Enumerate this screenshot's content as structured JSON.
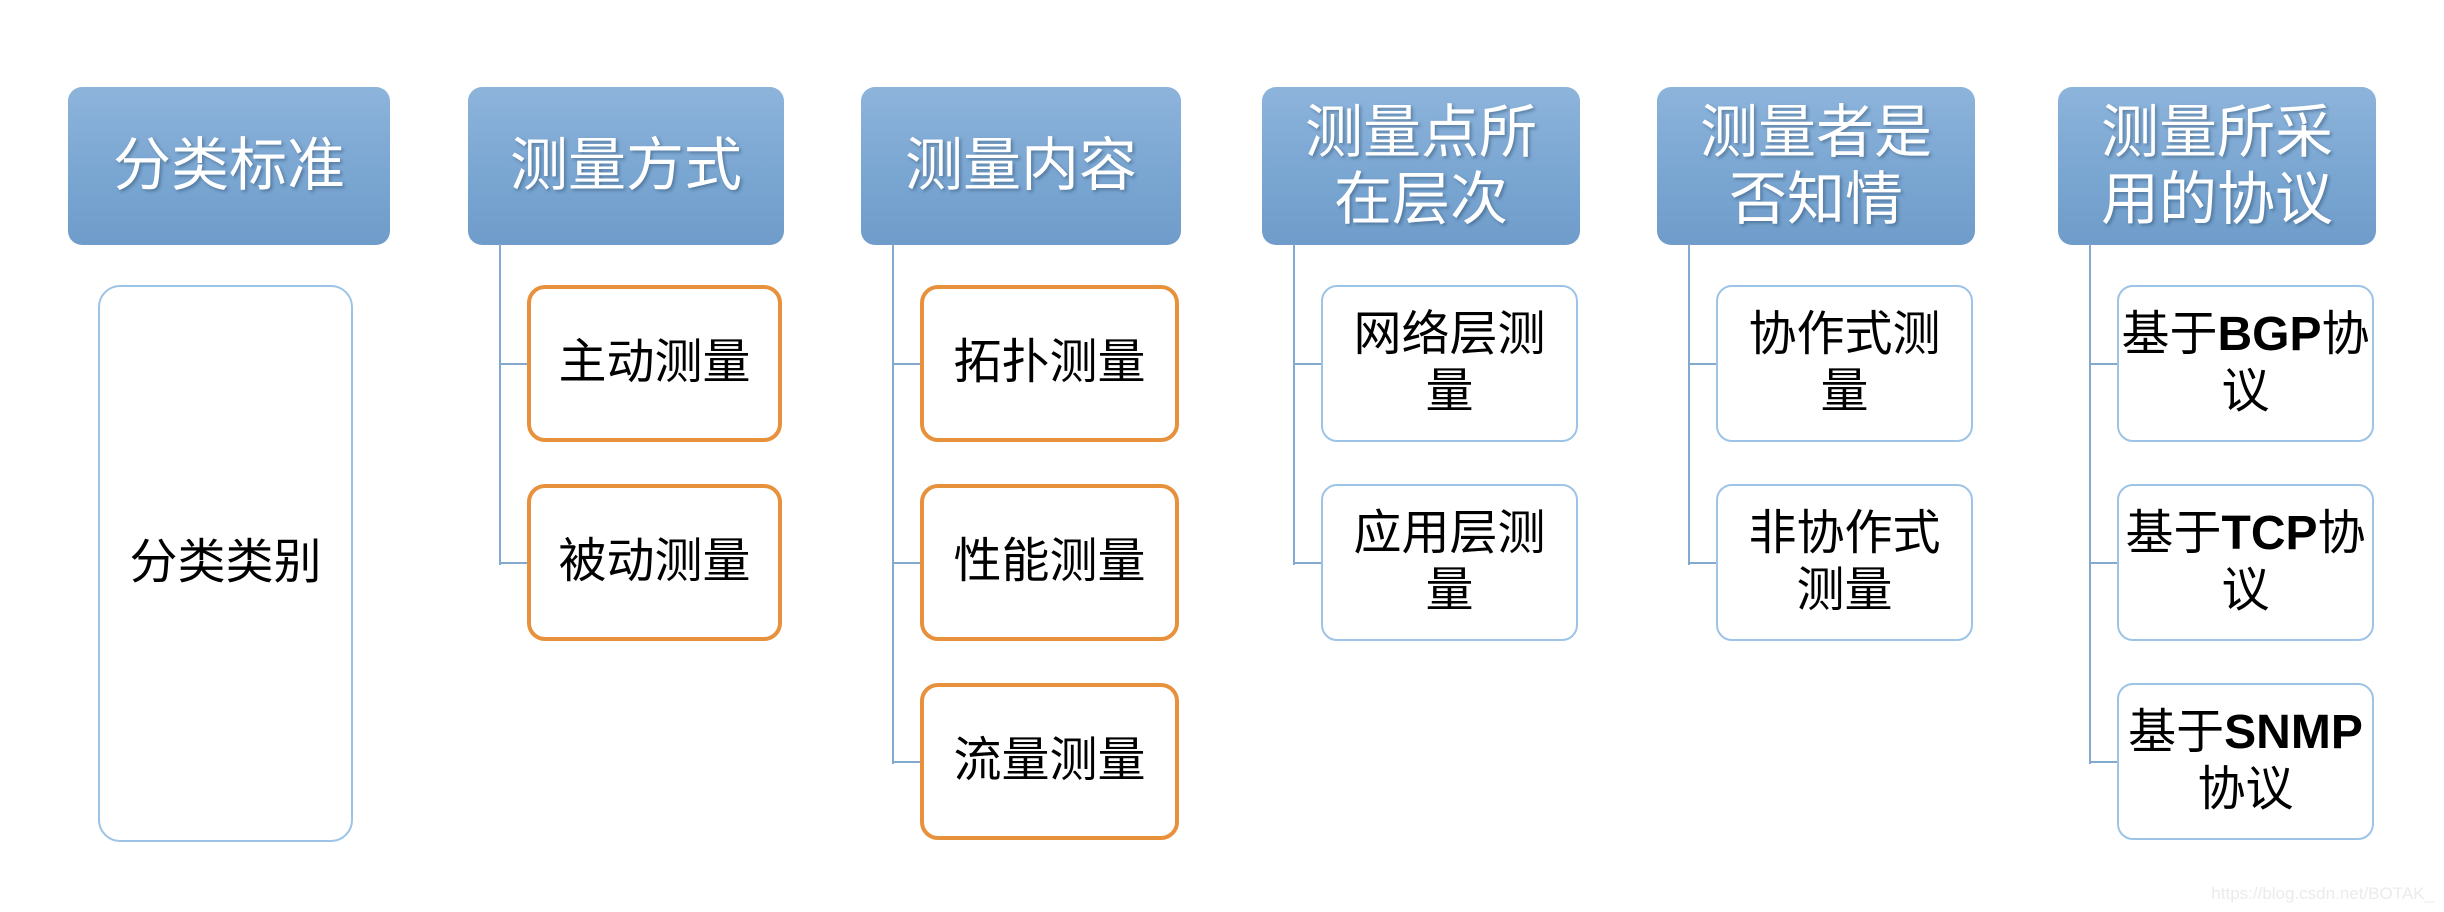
{
  "palette": {
    "header_top": "#8db4db",
    "header_mid": "#7aa6d2",
    "header_bottom": "#6f9cca",
    "orange": "#e8913c",
    "lightblue": "#9dc3e6",
    "connector": "#84a9cf",
    "watermark": "#ebebeb",
    "header_text": "#ffffff",
    "node_text": "#000000"
  },
  "watermark": {
    "text": "https://blog.csdn.net/BOTAK_"
  },
  "columns": [
    {
      "header": "分类标准",
      "children": [
        {
          "label": "分类类别",
          "style": "blue-tall"
        }
      ]
    },
    {
      "header": "测量方式",
      "children": [
        {
          "label": "主动测量",
          "style": "orange"
        },
        {
          "label": "被动测量",
          "style": "orange"
        }
      ]
    },
    {
      "header": "测量内容",
      "children": [
        {
          "label": "拓扑测量",
          "style": "orange"
        },
        {
          "label": "性能测量",
          "style": "orange"
        },
        {
          "label": "流量测量",
          "style": "orange"
        }
      ]
    },
    {
      "header": "测量点所\n在层次",
      "children": [
        {
          "label": "网络层测\n量",
          "style": "blue"
        },
        {
          "label": "应用层测\n量",
          "style": "blue"
        }
      ]
    },
    {
      "header": "测量者是\n否知情",
      "children": [
        {
          "label": "协作式测\n量",
          "style": "blue"
        },
        {
          "label": "非协作式\n测量",
          "style": "blue"
        }
      ]
    },
    {
      "header": "测量所采\n用的协议",
      "children": [
        {
          "label": "基于BGP协\n议",
          "style": "blue"
        },
        {
          "label": "基于TCP协\n议",
          "style": "blue"
        },
        {
          "label": "基于SNMP\n协议",
          "style": "blue"
        }
      ]
    }
  ]
}
